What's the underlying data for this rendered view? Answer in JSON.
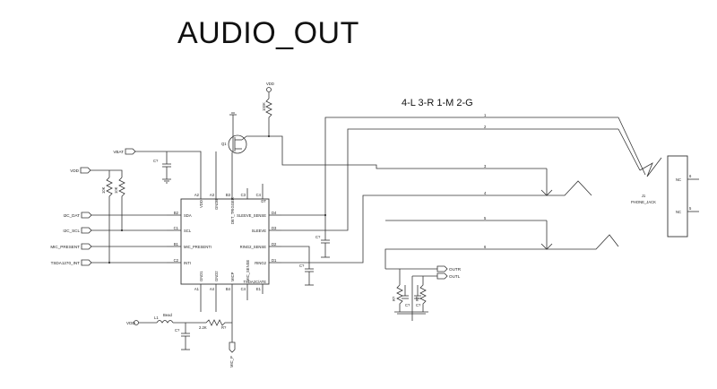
{
  "title": "AUDIO_OUT",
  "jack_note": "4-L 3-R 1-M 2-G",
  "ic": {
    "left_pins": [
      {
        "num": "B2",
        "name": "SDA"
      },
      {
        "num": "C1",
        "name": "SCL"
      },
      {
        "num": "B1",
        "name": "MIC_PRESENTI"
      },
      {
        "num": "C2",
        "name": "INTI"
      }
    ],
    "right_pins": [
      {
        "num": "D4",
        "name": "SLEEVE_SENSE"
      },
      {
        "num": "D3",
        "name": "SLEEVE"
      },
      {
        "num": "D2",
        "name": "RING2_SENSE"
      },
      {
        "num": "D1",
        "name": "RING2"
      }
    ],
    "top_pins": [
      {
        "num": "A2",
        "name": "VDD"
      },
      {
        "num": "A3",
        "name": "GNDB"
      },
      {
        "num": "B3",
        "name": "DET_TRIGGER"
      },
      {
        "num": "C3",
        "name": ""
      },
      {
        "num": "C4",
        "name": "DT"
      }
    ],
    "bottom_pins": [
      {
        "num": "A1",
        "name": "GND1"
      },
      {
        "num": "A4",
        "name": "GND2"
      },
      {
        "num": "B4",
        "name": "MICP"
      },
      {
        "num": "C4",
        "name": "MIC_SENSE"
      },
      {
        "num": "E1",
        "name": "TSDA2C/ATE"
      }
    ]
  },
  "nets": {
    "left": [
      "I2C_DAT",
      "I2C_SCL",
      "MIC_PRESENT",
      "TSDA1270_INT"
    ],
    "vdd_left": "VDD",
    "vbat": "VBAT",
    "vdd_top": "VDD",
    "vdd_bottom": "VDD",
    "outr": "OUTR",
    "outl": "OUTL",
    "mic_p": "MIC_P"
  },
  "components": {
    "q1": "Q1",
    "r_top": "100K",
    "r_left1": "10K",
    "r_left2": "10K",
    "c_vbat": "C?",
    "c_mid1": "C?",
    "c_mid2": "C?",
    "l1": "L1",
    "bead": "Bead",
    "r_mic": "2.2K",
    "r_mic_val": "R?",
    "c_mic": "C?",
    "r_out1": "R?",
    "r_out2": "R?",
    "c_out1": "C?",
    "c_out2": "C?"
  },
  "jack": {
    "ref": "J1",
    "name": "PHONE_JACK",
    "pins": [
      "1",
      "2",
      "3",
      "4",
      "5",
      "6"
    ],
    "side_pins": [
      {
        "num": "6",
        "name": "NC"
      },
      {
        "num": "5",
        "name": "NC"
      }
    ]
  }
}
